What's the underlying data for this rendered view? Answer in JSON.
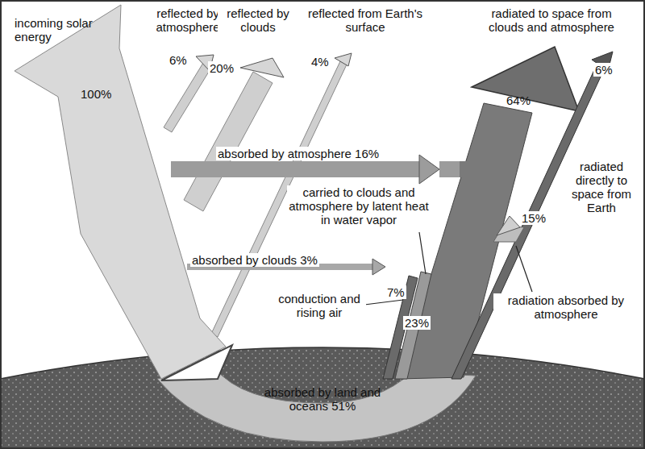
{
  "diagram": {
    "labels": [
      "incoming solar energy",
      "100%",
      "reflected by atmosphere",
      "6%",
      "reflected by clouds",
      "20%",
      "reflected from Earth's surface",
      "4%",
      "radiated to space from clouds and atmosphere",
      "64%",
      "6%",
      "absorbed by atmosphere 16%",
      "radiated directly to space from Earth",
      "carried to clouds and atmosphere by latent heat in water vapor",
      "15%",
      "absorbed by clouds 3%",
      "7%",
      "conduction and rising air",
      "23%",
      "radiation absorbed by atmosphere",
      "absorbed by land and oceans 51%"
    ]
  }
}
